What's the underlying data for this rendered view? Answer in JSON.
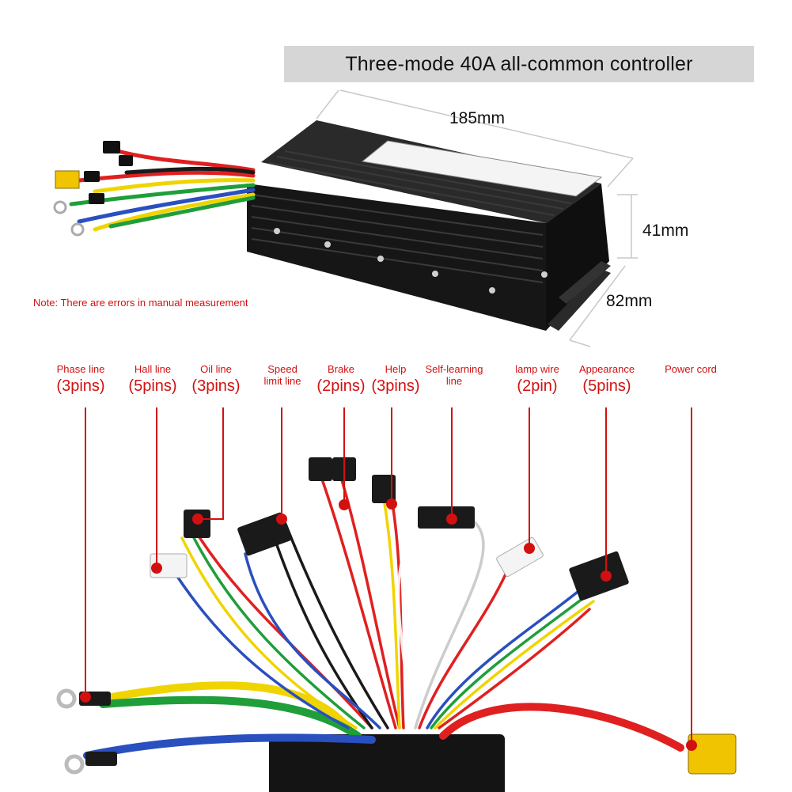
{
  "title": "Three-mode 40A all-common controller",
  "dimensions": {
    "length": "185mm",
    "height": "41mm",
    "width": "82mm"
  },
  "note": "Note: There are errors in manual measurement",
  "labels": [
    {
      "name": "Phase line",
      "pins": "(3pins)"
    },
    {
      "name": "Hall line",
      "pins": "(5pins)"
    },
    {
      "name": "Oil line",
      "pins": "(3pins)"
    },
    {
      "name": "Speed limit line",
      "pins": ""
    },
    {
      "name": "Brake",
      "pins": "(2pins)"
    },
    {
      "name": "Help",
      "pins": "(3pins)"
    },
    {
      "name": "Self-learning line",
      "pins": ""
    },
    {
      "name": "lamp wire",
      "pins": "(2pin)"
    },
    {
      "name": "Appearance",
      "pins": "(5pins)"
    },
    {
      "name": "Power cord",
      "pins": ""
    }
  ],
  "colors": {
    "label_red": "#d21010",
    "title_bg": "#d6d6d6",
    "controller_body": "#1b1b1b",
    "wire_red": "#e02020",
    "wire_yellow": "#f0d400",
    "wire_green": "#1f9e3a",
    "wire_blue": "#2a4fbf",
    "wire_black": "#1a1a1a"
  }
}
